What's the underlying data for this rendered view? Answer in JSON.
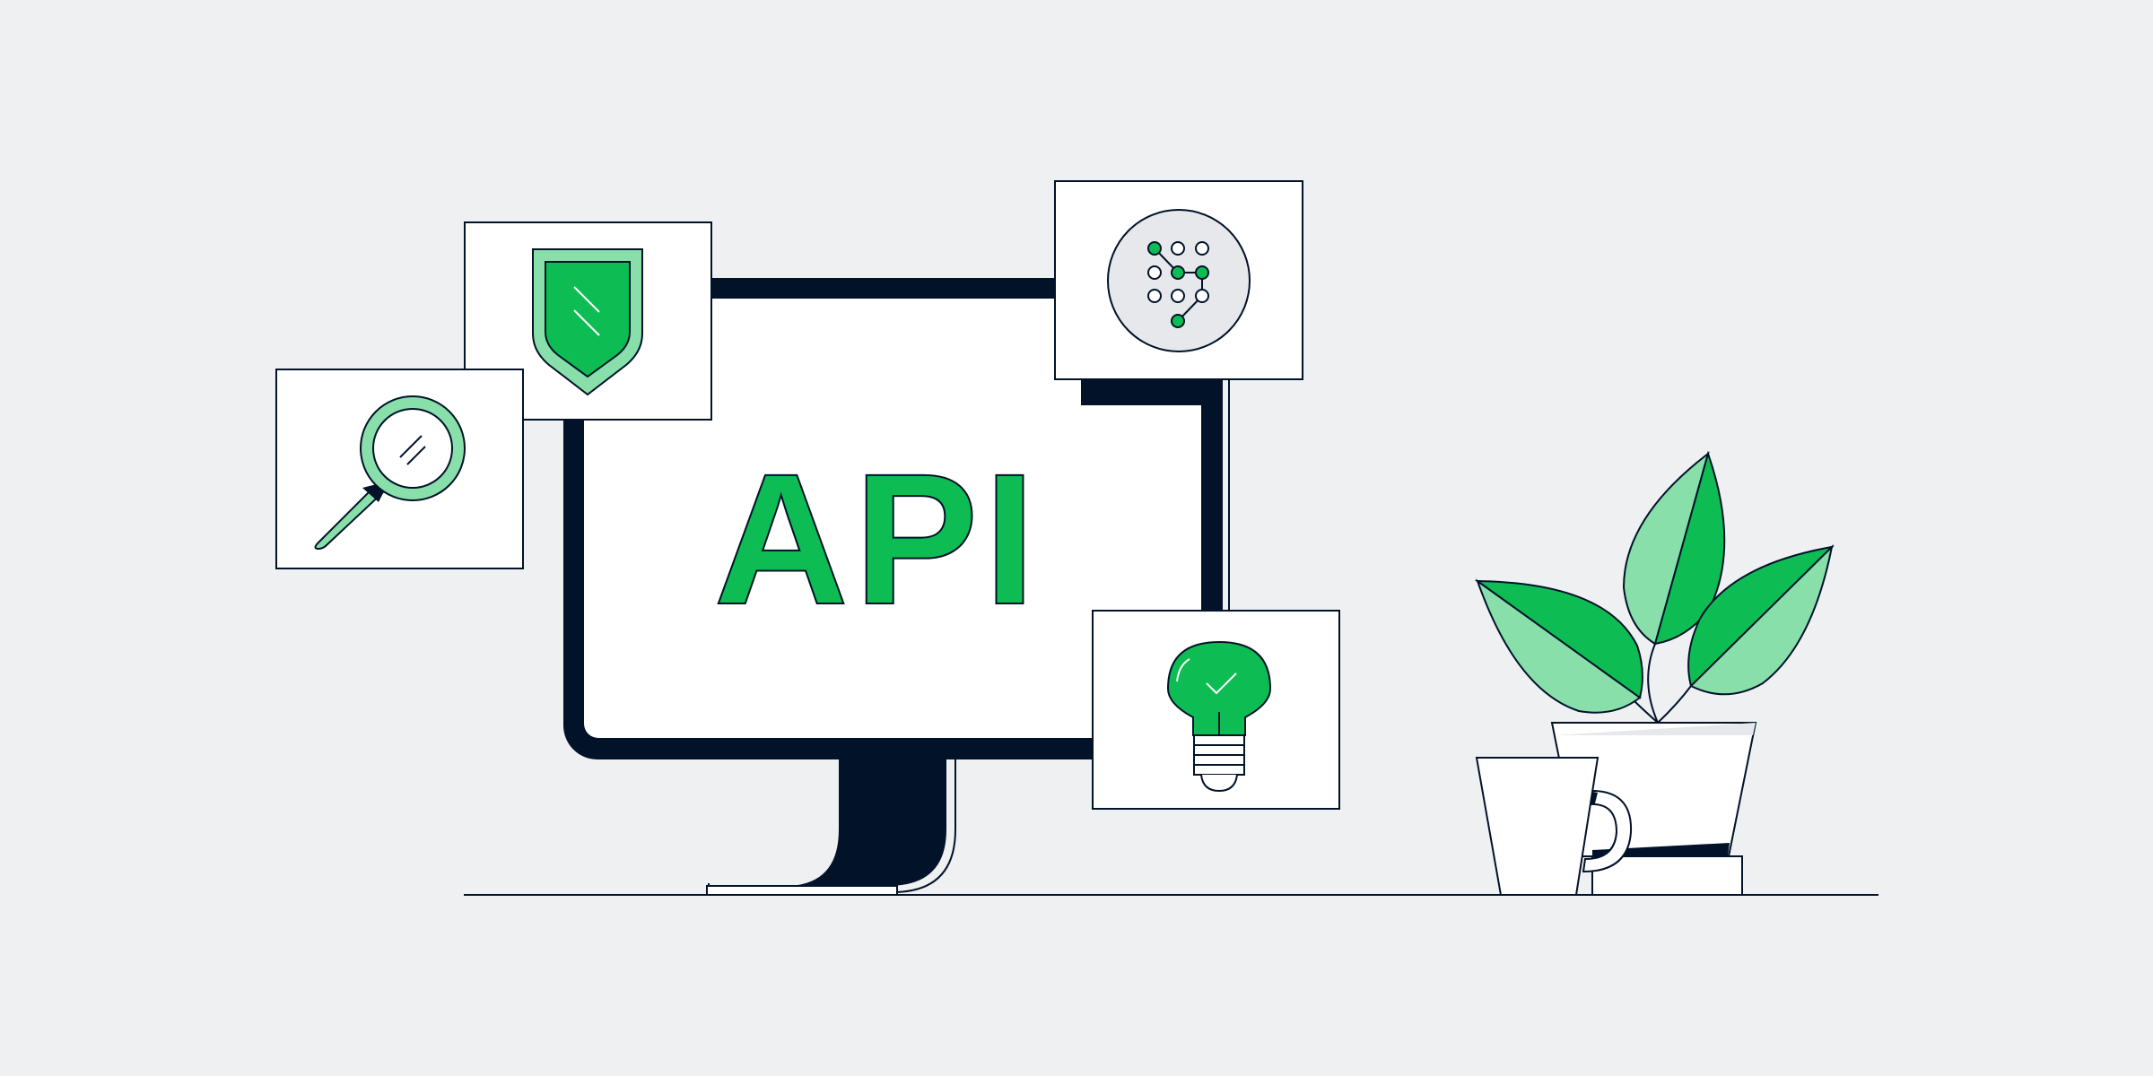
{
  "monitor": {
    "label": "API"
  },
  "colors": {
    "background": "#eef0f2",
    "ink": "#011229",
    "green": "#0dbd53",
    "light_green": "#88dfaa",
    "white": "#ffffff",
    "light_gray": "#e6e8eb"
  },
  "cards": [
    {
      "icon": "magnifying-glass-icon"
    },
    {
      "icon": "shield-icon"
    },
    {
      "icon": "network-nodes-icon"
    },
    {
      "icon": "lightbulb-check-icon"
    }
  ],
  "decor": {
    "plant": "potted-plant",
    "mug": "coffee-mug"
  }
}
